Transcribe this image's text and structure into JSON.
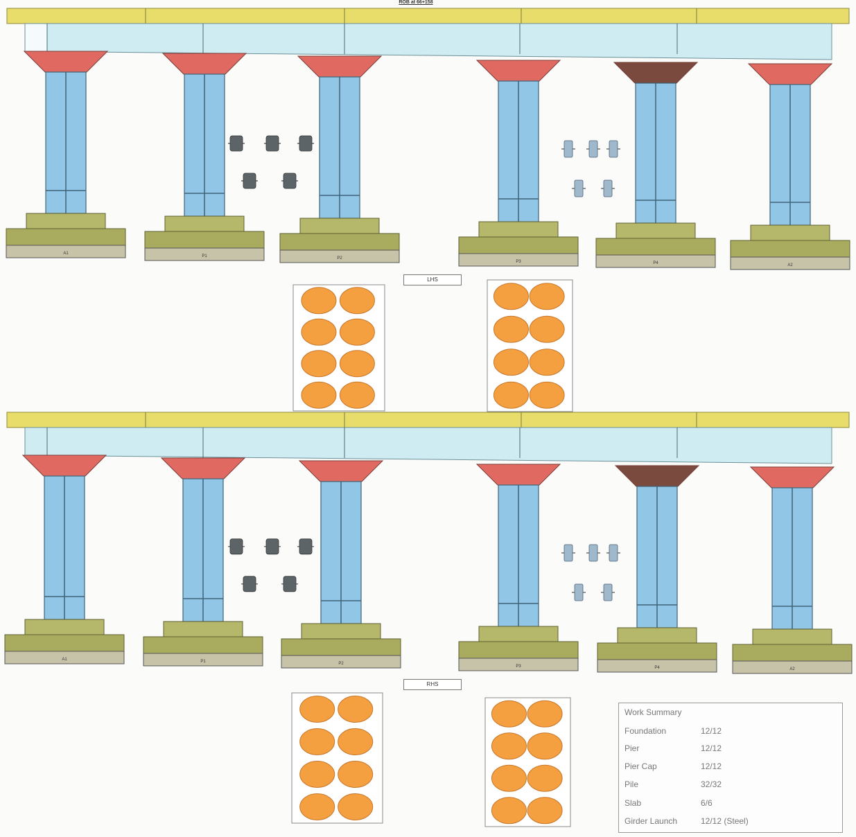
{
  "title": "ROB at 66+158",
  "sides": [
    {
      "label": "LHS",
      "pier_labels": [
        "A1",
        "P1",
        "P2",
        "P3",
        "P4",
        "A2"
      ]
    },
    {
      "label": "RHS",
      "pier_labels": [
        "A1",
        "P1",
        "P2",
        "P3",
        "P4",
        "A2"
      ]
    }
  ],
  "colors": {
    "deck": "#e8dd6a",
    "girder": "#cfecf2",
    "pier_cap": "#e06a62",
    "pier_cap_dark": "#7a4a3e",
    "pier": "#92c6e6",
    "footing_top": "#b5b86a",
    "footing_mid": "#a9ac5e",
    "footing_base": "#c7c3a8",
    "pile": "#f4a040",
    "dark_bearing": "#5d6467",
    "light_bearing": "#9fb8cc"
  },
  "work_summary": {
    "title": "Work Summary",
    "items": [
      {
        "label": "Foundation",
        "value": "12/12"
      },
      {
        "label": "Pier",
        "value": "12/12"
      },
      {
        "label": "Pier Cap",
        "value": "12/12"
      },
      {
        "label": "Pile",
        "value": "32/32"
      },
      {
        "label": "Slab",
        "value": "6/6"
      },
      {
        "label": "Girder Launch",
        "value": "12/12 (Steel)"
      }
    ]
  }
}
